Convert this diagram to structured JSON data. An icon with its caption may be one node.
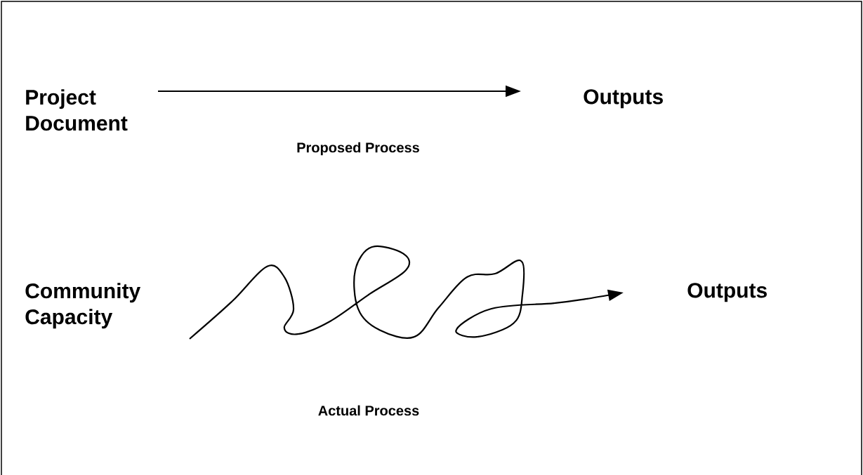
{
  "diagram": {
    "nodes": [
      {
        "text": [
          "Project Document"
        ]
      },
      {
        "text": [
          "Outputs"
        ]
      },
      {
        "text": [
          "Community Capacity"
        ]
      },
      {
        "text": [
          "Outputs"
        ]
      }
    ],
    "edges": [
      {
        "from": 0,
        "to": 1,
        "arrow": "to",
        "label": "Proposed Process"
      },
      {
        "from": 2,
        "to": 3,
        "arrow": "to",
        "label": "Actual Process"
      }
    ]
  }
}
